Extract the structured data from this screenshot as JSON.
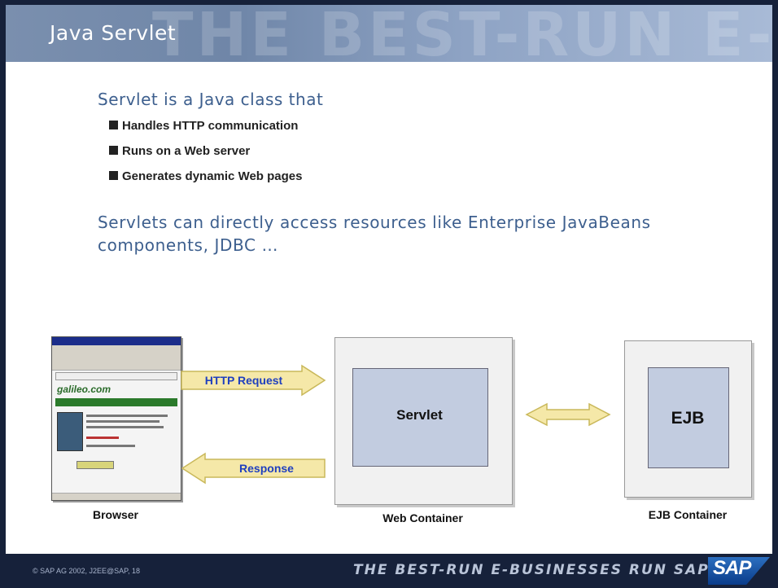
{
  "header": {
    "title": "Java Servlet",
    "watermark": "THE BEST-RUN E-BUS"
  },
  "content": {
    "intro": "Servlet is a Java class that",
    "bullets": [
      "Handles HTTP communication",
      "Runs on a Web server",
      "Generates dynamic Web pages"
    ],
    "paragraph": "Servlets can directly access resources like Enterprise JavaBeans components, JDBC …"
  },
  "diagram": {
    "browser_caption": "Browser",
    "browser_logo": "galileo.com",
    "web_container_caption": "Web Container",
    "servlet_label": "Servlet",
    "ejb_container_caption": "EJB Container",
    "ejb_label": "EJB",
    "request_label": "HTTP Request",
    "response_label": "Response",
    "arrow_color": "#f5e8a8",
    "arrow_border": "#c9b85a"
  },
  "footer": {
    "copyright": "© SAP AG 2002, J2EE@SAP, 18",
    "tagline": "THE BEST-RUN E-BUSINESSES RUN SAP",
    "logo_text": "SAP"
  }
}
